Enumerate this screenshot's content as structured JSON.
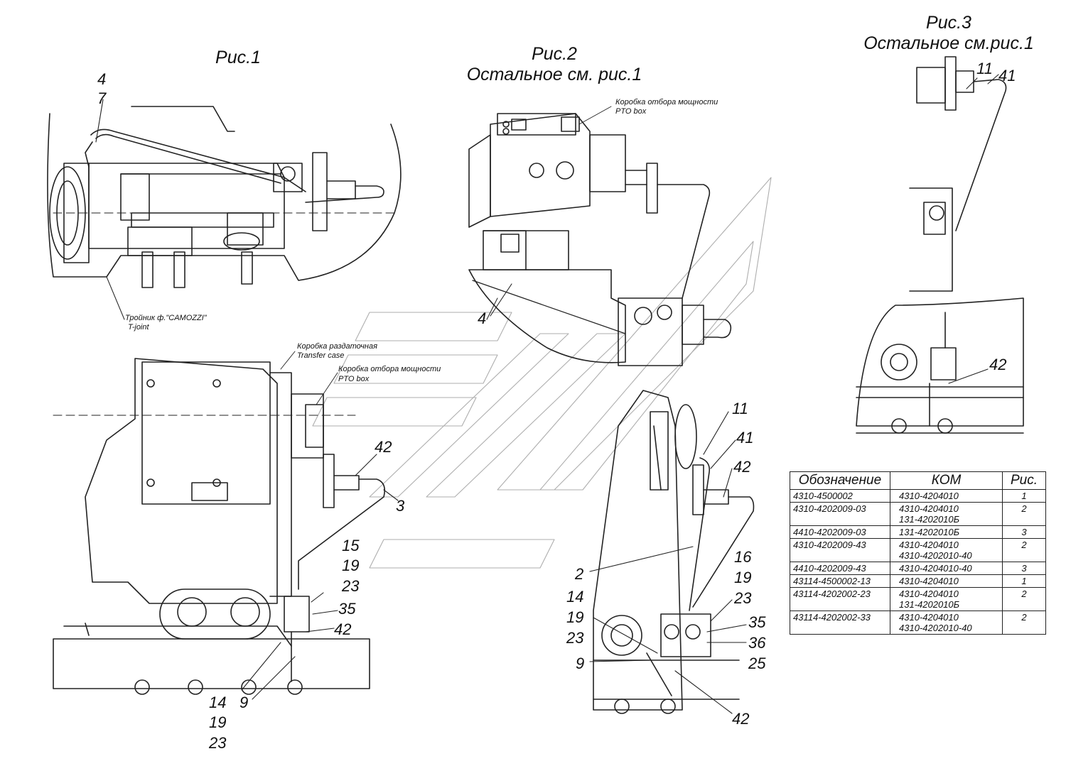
{
  "figures": {
    "fig1_title": "Рис.1",
    "fig2_title": "Рис.2",
    "fig2_subtitle": "Остальное см. рис.1",
    "fig3_title": "Рис.3",
    "fig3_subtitle": "Остальное см.рис.1"
  },
  "captions": {
    "tee_ru": "Тройник ф.\"CAMOZZI\"",
    "tee_en": "T-joint",
    "pto_ru_top": "Коробка отбора мощности",
    "pto_en_top": "PTO box",
    "transfer_ru": "Коробка раздаточная",
    "transfer_en": "Transfer case",
    "pto_ru_bottom": "Коробка отбора мощности",
    "pto_en_bottom": "PTO box"
  },
  "callouts": {
    "c_4_fig1": "4",
    "c_7_fig1": "7",
    "c_4_fig2": "4",
    "c_11_fig3": "11",
    "c_41_fig3": "41",
    "c_42_fig3": "42",
    "c_42_left": "42",
    "c_3_left": "3",
    "c_15_left": "15",
    "c_19_left_a": "19",
    "c_23_left_a": "23",
    "c_35_left": "35",
    "c_42_left_b": "42",
    "c_14_left": "14",
    "c_9_left": "9",
    "c_19_left_b": "19",
    "c_23_left_b": "23",
    "c_11_mid": "11",
    "c_41_mid": "41",
    "c_42_mid": "42",
    "c_16_mid": "16",
    "c_19_mid_a": "19",
    "c_23_mid_a": "23",
    "c_2_mid": "2",
    "c_14_mid": "14",
    "c_19_mid_b": "19",
    "c_23_mid_b": "23",
    "c_9_mid": "9",
    "c_35_mid": "35",
    "c_36_mid": "36",
    "c_25_mid": "25",
    "c_42_mid_b": "42"
  },
  "table": {
    "headers": [
      "Обозначение",
      "КОМ",
      "Рис."
    ],
    "rows": [
      {
        "designation": "4310-4500002",
        "kom1": "4310-4204010",
        "kom2": "",
        "fig": "1"
      },
      {
        "designation": "4310-4202009-03",
        "kom1": "4310-4204010",
        "kom2": "131-4202010Б",
        "fig": "2"
      },
      {
        "designation": "4410-4202009-03",
        "kom1": "131-4202010Б",
        "kom2": "",
        "fig": "3"
      },
      {
        "designation": "4310-4202009-43",
        "kom1": "4310-4204010",
        "kom2": "4310-4202010-40",
        "fig": "2"
      },
      {
        "designation": "4410-4202009-43",
        "kom1": "4310-4204010-40",
        "kom2": "",
        "fig": "3"
      },
      {
        "designation": "43114-4500002-13",
        "kom1": "4310-4204010",
        "kom2": "",
        "fig": "1"
      },
      {
        "designation": "43114-4202002-23",
        "kom1": "4310-4204010",
        "kom2": "131-4202010Б",
        "fig": "2"
      },
      {
        "designation": "43114-4202002-33",
        "kom1": "4310-4204010",
        "kom2": "4310-4202010-40",
        "fig": "2"
      }
    ]
  }
}
